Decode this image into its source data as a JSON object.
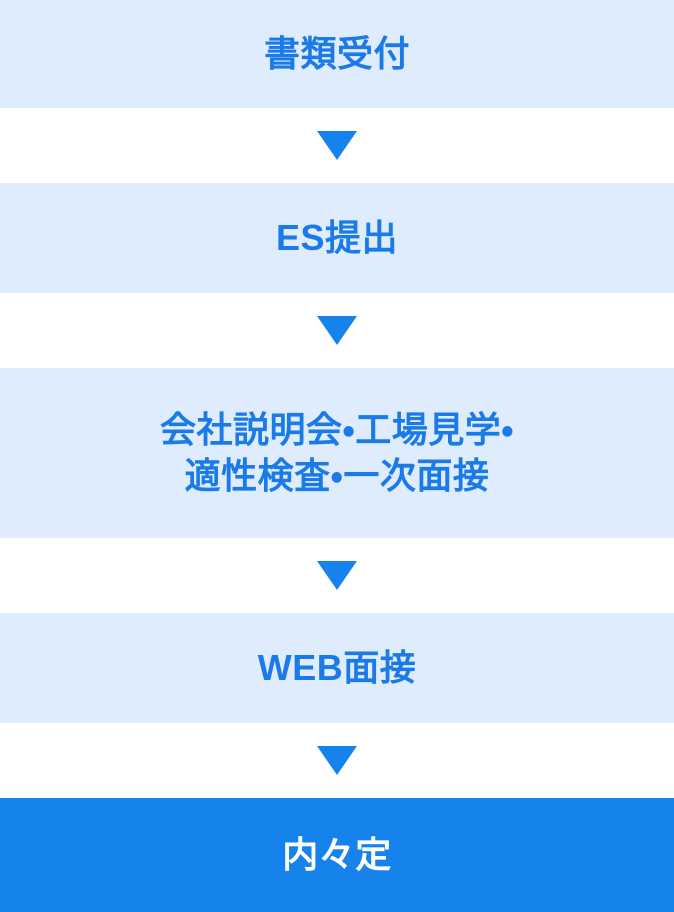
{
  "theme": {
    "block_bg": "#deecfd",
    "block_text": "#1a7ae8",
    "final_bg": "#1683ed",
    "final_text": "#ffffff",
    "arrow_color": "#1683ed",
    "page_bg": "#ffffff"
  },
  "flow": {
    "steps": [
      {
        "id": "document-screening",
        "lines": [
          "書類受付"
        ],
        "highlighted": false
      },
      {
        "id": "es-submission",
        "lines": [
          "ES提出"
        ],
        "highlighted": false
      },
      {
        "id": "briefing-factory-tour-aptitude-first-interview",
        "lines": [
          "会社説明会・工場見学・",
          "適性検査・一次面接"
        ],
        "highlighted": false
      },
      {
        "id": "web-interview",
        "lines": [
          "WEB面接"
        ],
        "highlighted": false
      },
      {
        "id": "informal-offer",
        "lines": [
          "内々定"
        ],
        "highlighted": true
      }
    ],
    "arrows": [
      {
        "id": "arrow-1",
        "icon": "triangle-down-icon"
      },
      {
        "id": "arrow-2",
        "icon": "triangle-down-icon"
      },
      {
        "id": "arrow-3",
        "icon": "triangle-down-icon"
      },
      {
        "id": "arrow-4",
        "icon": "triangle-down-icon"
      }
    ]
  }
}
